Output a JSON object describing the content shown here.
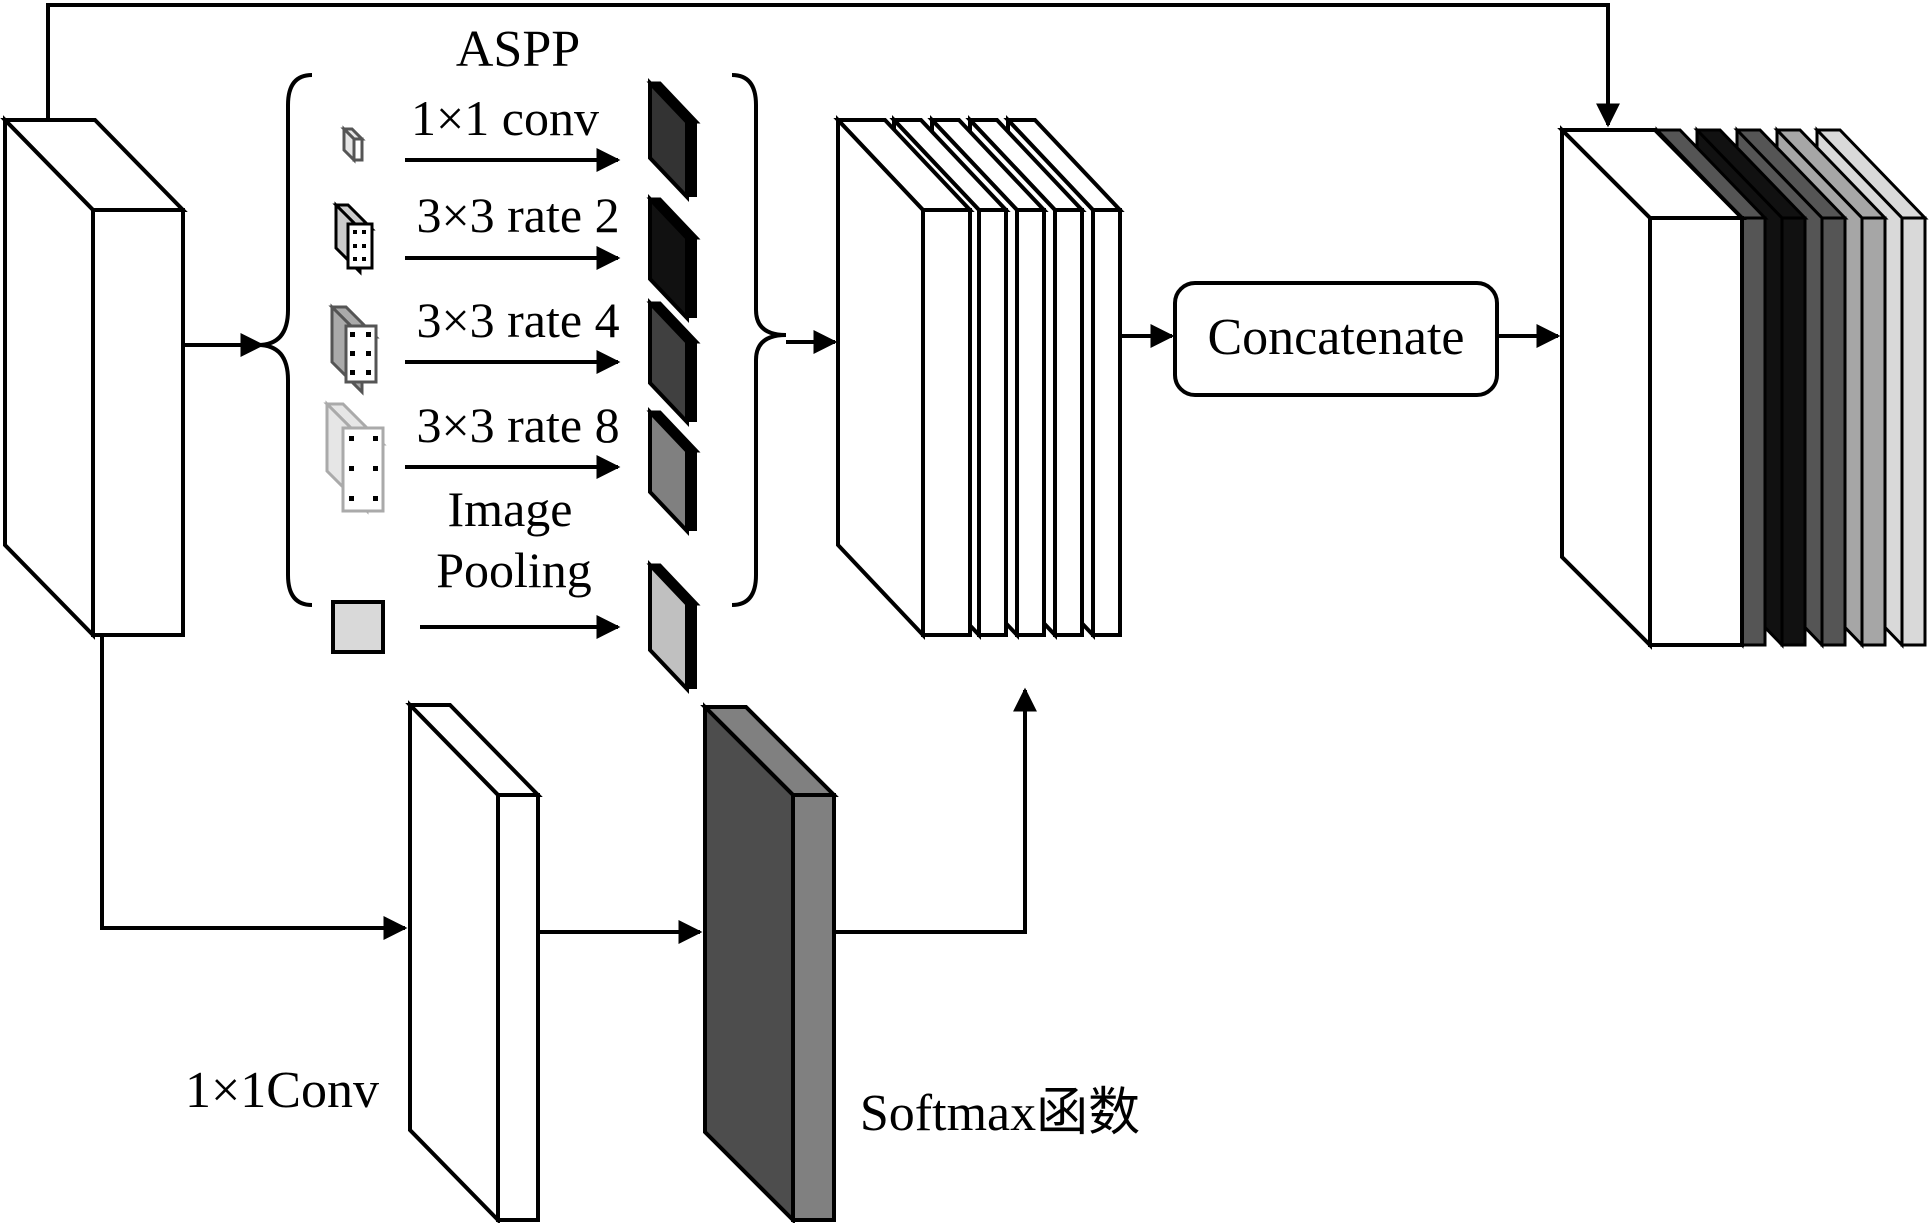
{
  "aspp": {
    "title": "ASPP",
    "branches": [
      {
        "label": "1×1 conv",
        "fill": "#333333"
      },
      {
        "label": "3×3 rate 2",
        "fill": "#111111"
      },
      {
        "label": "3×3 rate 4",
        "fill": "#404040"
      },
      {
        "label": "3×3 rate 8",
        "fill": "#808080"
      },
      {
        "label_line1": "Image",
        "label_line2": "Pooling",
        "fill": "#c0c0c0"
      }
    ]
  },
  "concatenate": {
    "label": "Concatenate"
  },
  "conv1x1": {
    "label": "1×1Conv"
  },
  "softmax": {
    "label": "Softmax函数",
    "front": "#4d4d4d",
    "side": "#808080"
  },
  "output_stack_colors": [
    "#555555",
    "#111111",
    "#555555",
    "#a6a6a6",
    "#d9d9d9"
  ]
}
